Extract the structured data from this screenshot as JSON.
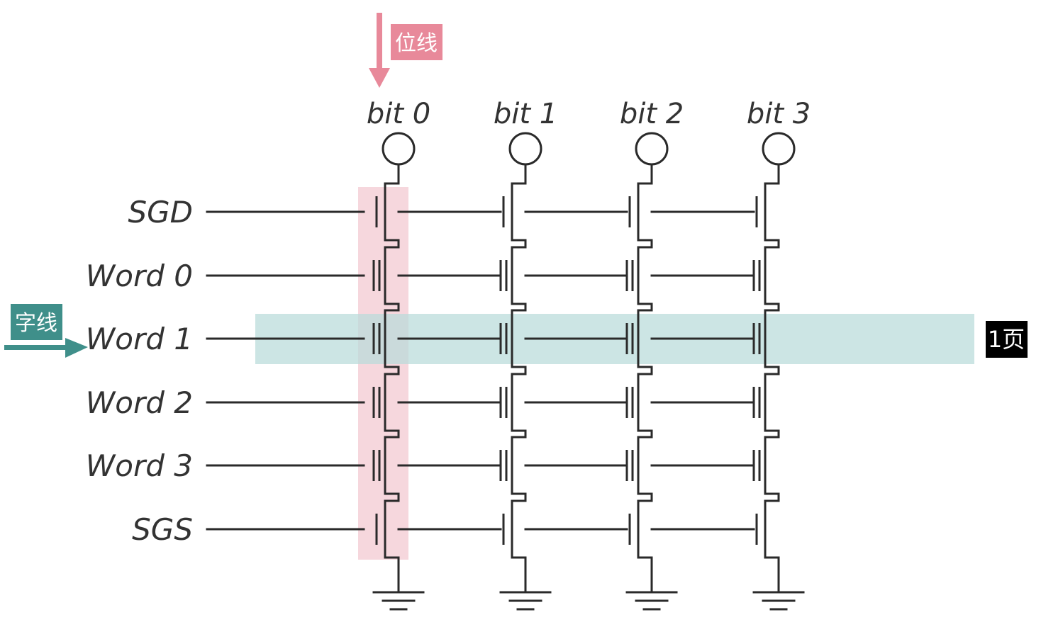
{
  "diagram": {
    "bit_lines": [
      "bit 0",
      "bit 1",
      "bit 2",
      "bit 3"
    ],
    "rows": [
      {
        "label": "SGD",
        "kind": "select"
      },
      {
        "label": "Word 0",
        "kind": "word"
      },
      {
        "label": "Word 1",
        "kind": "word"
      },
      {
        "label": "Word 2",
        "kind": "word"
      },
      {
        "label": "Word 3",
        "kind": "word"
      },
      {
        "label": "SGS",
        "kind": "select"
      }
    ],
    "bitline_tag": {
      "text": "位线",
      "color": "#e8899a",
      "highlight_color": "#f2c7d0",
      "column": 0
    },
    "wordline_tag": {
      "text": "字线",
      "color": "#3f8f8a",
      "highlight_color": "#b9dbd9",
      "row": 2
    },
    "page_badge": {
      "text": "1页",
      "color": "#000000"
    },
    "line_color": "#2a2a2a",
    "label_color": "#333333"
  }
}
